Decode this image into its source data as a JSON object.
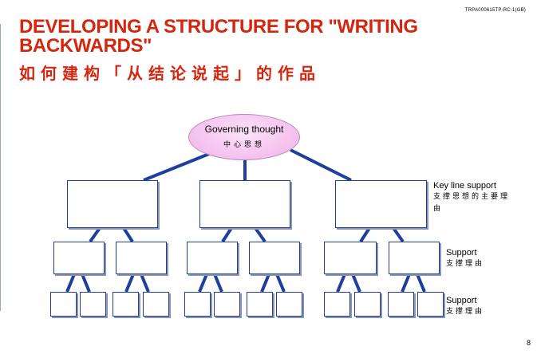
{
  "header": {
    "doc_code": "TRPA000615TP-RC-1(GB)",
    "title": "DEVELOPING A STRUCTURE FOR \"WRITING BACKWARDS\"",
    "subtitle": "如何建构「从结论说起」的作品"
  },
  "diagram": {
    "root": {
      "label": "Governing thought",
      "label_cn": "中心思想"
    },
    "level_labels": {
      "key_line": {
        "label": "Key line support",
        "label_cn": "支撑思想的主要理由"
      },
      "support1": {
        "label": "Support",
        "label_cn": "支撑理由"
      },
      "support2": {
        "label": "Support",
        "label_cn": "支撑理由"
      }
    },
    "structure": {
      "key_line_boxes": 3,
      "support_boxes_per_key": 2,
      "sub_boxes_per_support": 2
    }
  },
  "footer": {
    "page_number": "8"
  },
  "colors": {
    "title": "#d4260e",
    "connector": "#1f3f9e",
    "box_border": "#1f3f9e",
    "ellipse_fill": "#f5c4ef"
  }
}
